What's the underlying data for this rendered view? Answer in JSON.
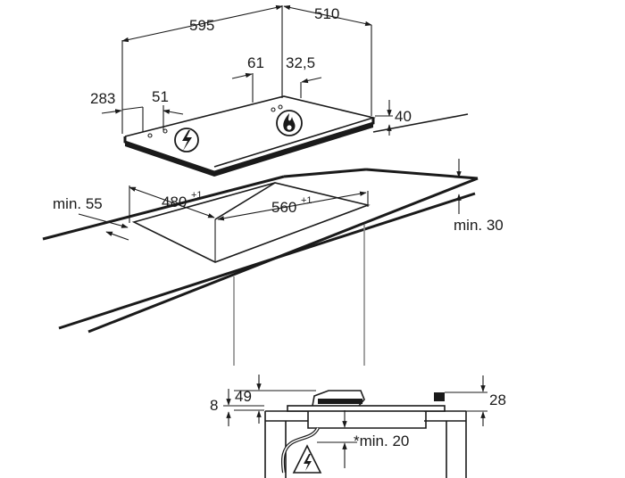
{
  "dimensions": {
    "width_595": "595",
    "depth_510": "510",
    "offset_61": "61",
    "offset_32_5": "32,5",
    "offset_283": "283",
    "offset_51": "51",
    "height_40": "40",
    "min_55": "min. 55",
    "cut_480": "480",
    "cut_480_tol": "+1",
    "cut_560": "560",
    "cut_560_tol": "+1",
    "min_30": "min. 30",
    "side_8": "8",
    "side_49": "49",
    "side_28": "28",
    "min_20": "*min. 20"
  },
  "icons": {
    "hob_electric": "lightning-bolt-icon",
    "hob_gas": "gas-flame-icon",
    "section_electric": "lightning-bolt-icon"
  }
}
